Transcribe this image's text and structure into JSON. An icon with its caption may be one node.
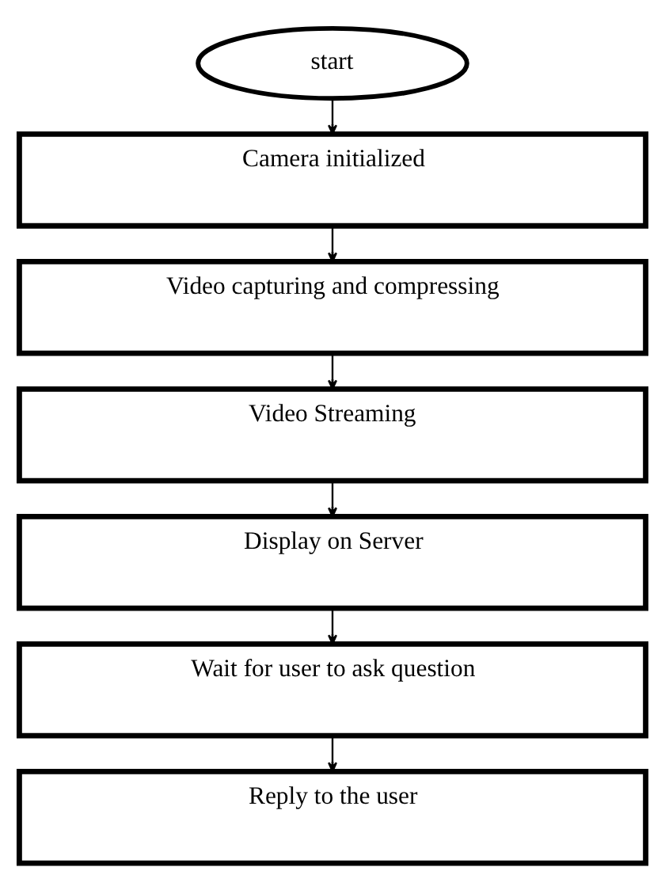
{
  "diagram": {
    "nodes": [
      {
        "text": [
          "start"
        ]
      },
      {
        "text": [
          "Camera initialized"
        ]
      },
      {
        "text": [
          "Video capturing and compressing"
        ]
      },
      {
        "text": [
          "Video Streaming"
        ]
      },
      {
        "text": [
          "Display on Server"
        ]
      },
      {
        "text": [
          "Wait for user to ask question"
        ]
      },
      {
        "text": [
          "Reply to the user"
        ]
      }
    ],
    "edges": [
      {
        "from": 0,
        "to": 1,
        "arrow": "to"
      },
      {
        "from": 1,
        "to": 2,
        "arrow": "to"
      },
      {
        "from": 2,
        "to": 3,
        "arrow": "to"
      },
      {
        "from": 3,
        "to": 4,
        "arrow": "to"
      },
      {
        "from": 4,
        "to": 5,
        "arrow": "to"
      },
      {
        "from": 5,
        "to": 6,
        "arrow": "to"
      }
    ]
  }
}
